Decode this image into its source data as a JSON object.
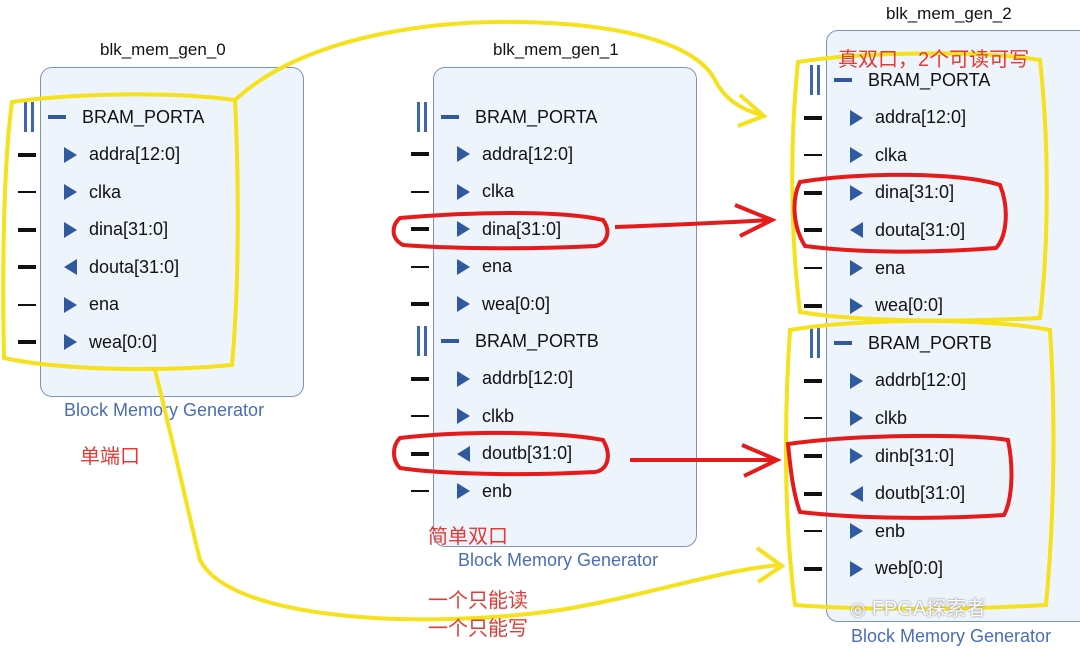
{
  "blocks": [
    {
      "title": "blk_mem_gen_0",
      "footer": "Block Memory Generator",
      "ports": [
        {
          "kind": "bus",
          "label": "BRAM_PORTA"
        },
        {
          "kind": "in",
          "label": "addra[12:0]",
          "bus": true
        },
        {
          "kind": "in",
          "label": "clka",
          "bus": false
        },
        {
          "kind": "in",
          "label": "dina[31:0]",
          "bus": true
        },
        {
          "kind": "out",
          "label": "douta[31:0]",
          "bus": true
        },
        {
          "kind": "in",
          "label": "ena",
          "bus": false
        },
        {
          "kind": "in",
          "label": "wea[0:0]",
          "bus": true
        }
      ]
    },
    {
      "title": "blk_mem_gen_1",
      "footer": "Block Memory Generator",
      "ports": [
        {
          "kind": "bus",
          "label": "BRAM_PORTA"
        },
        {
          "kind": "in",
          "label": "addra[12:0]",
          "bus": true
        },
        {
          "kind": "in",
          "label": "clka",
          "bus": false
        },
        {
          "kind": "in",
          "label": "dina[31:0]",
          "bus": true
        },
        {
          "kind": "in",
          "label": "ena",
          "bus": false
        },
        {
          "kind": "in",
          "label": "wea[0:0]",
          "bus": true
        },
        {
          "kind": "bus",
          "label": "BRAM_PORTB"
        },
        {
          "kind": "in",
          "label": "addrb[12:0]",
          "bus": true
        },
        {
          "kind": "in",
          "label": "clkb",
          "bus": false
        },
        {
          "kind": "out",
          "label": "doutb[31:0]",
          "bus": true
        },
        {
          "kind": "in",
          "label": "enb",
          "bus": false
        }
      ]
    },
    {
      "title": "blk_mem_gen_2",
      "footer": "Block Memory Generator",
      "ports": [
        {
          "kind": "bus",
          "label": "BRAM_PORTA"
        },
        {
          "kind": "in",
          "label": "addra[12:0]",
          "bus": true
        },
        {
          "kind": "in",
          "label": "clka",
          "bus": false
        },
        {
          "kind": "in",
          "label": "dina[31:0]",
          "bus": true
        },
        {
          "kind": "out",
          "label": "douta[31:0]",
          "bus": true
        },
        {
          "kind": "in",
          "label": "ena",
          "bus": false
        },
        {
          "kind": "in",
          "label": "wea[0:0]",
          "bus": true
        },
        {
          "kind": "bus",
          "label": "BRAM_PORTB"
        },
        {
          "kind": "in",
          "label": "addrb[12:0]",
          "bus": true
        },
        {
          "kind": "in",
          "label": "clkb",
          "bus": false
        },
        {
          "kind": "in",
          "label": "dinb[31:0]",
          "bus": true
        },
        {
          "kind": "out",
          "label": "doutb[31:0]",
          "bus": true
        },
        {
          "kind": "in",
          "label": "enb",
          "bus": false
        },
        {
          "kind": "in",
          "label": "web[0:0]",
          "bus": true
        }
      ]
    }
  ],
  "annotations": {
    "single_port": "单端口",
    "simple_dual_port": "简单双口",
    "one_read_only": "一个只能读",
    "one_write_only": "一个只能写",
    "true_dual_port": "真双口，2个可读可写"
  },
  "watermark": "FPGA探索者",
  "colors": {
    "block_fill": "#eef4fb",
    "block_border": "#7b93bd",
    "footer_text": "#4a6db7",
    "port_arrow": "#2f5aa0",
    "highlight_yellow": "#f5e11c",
    "highlight_red": "#e51b1b"
  }
}
